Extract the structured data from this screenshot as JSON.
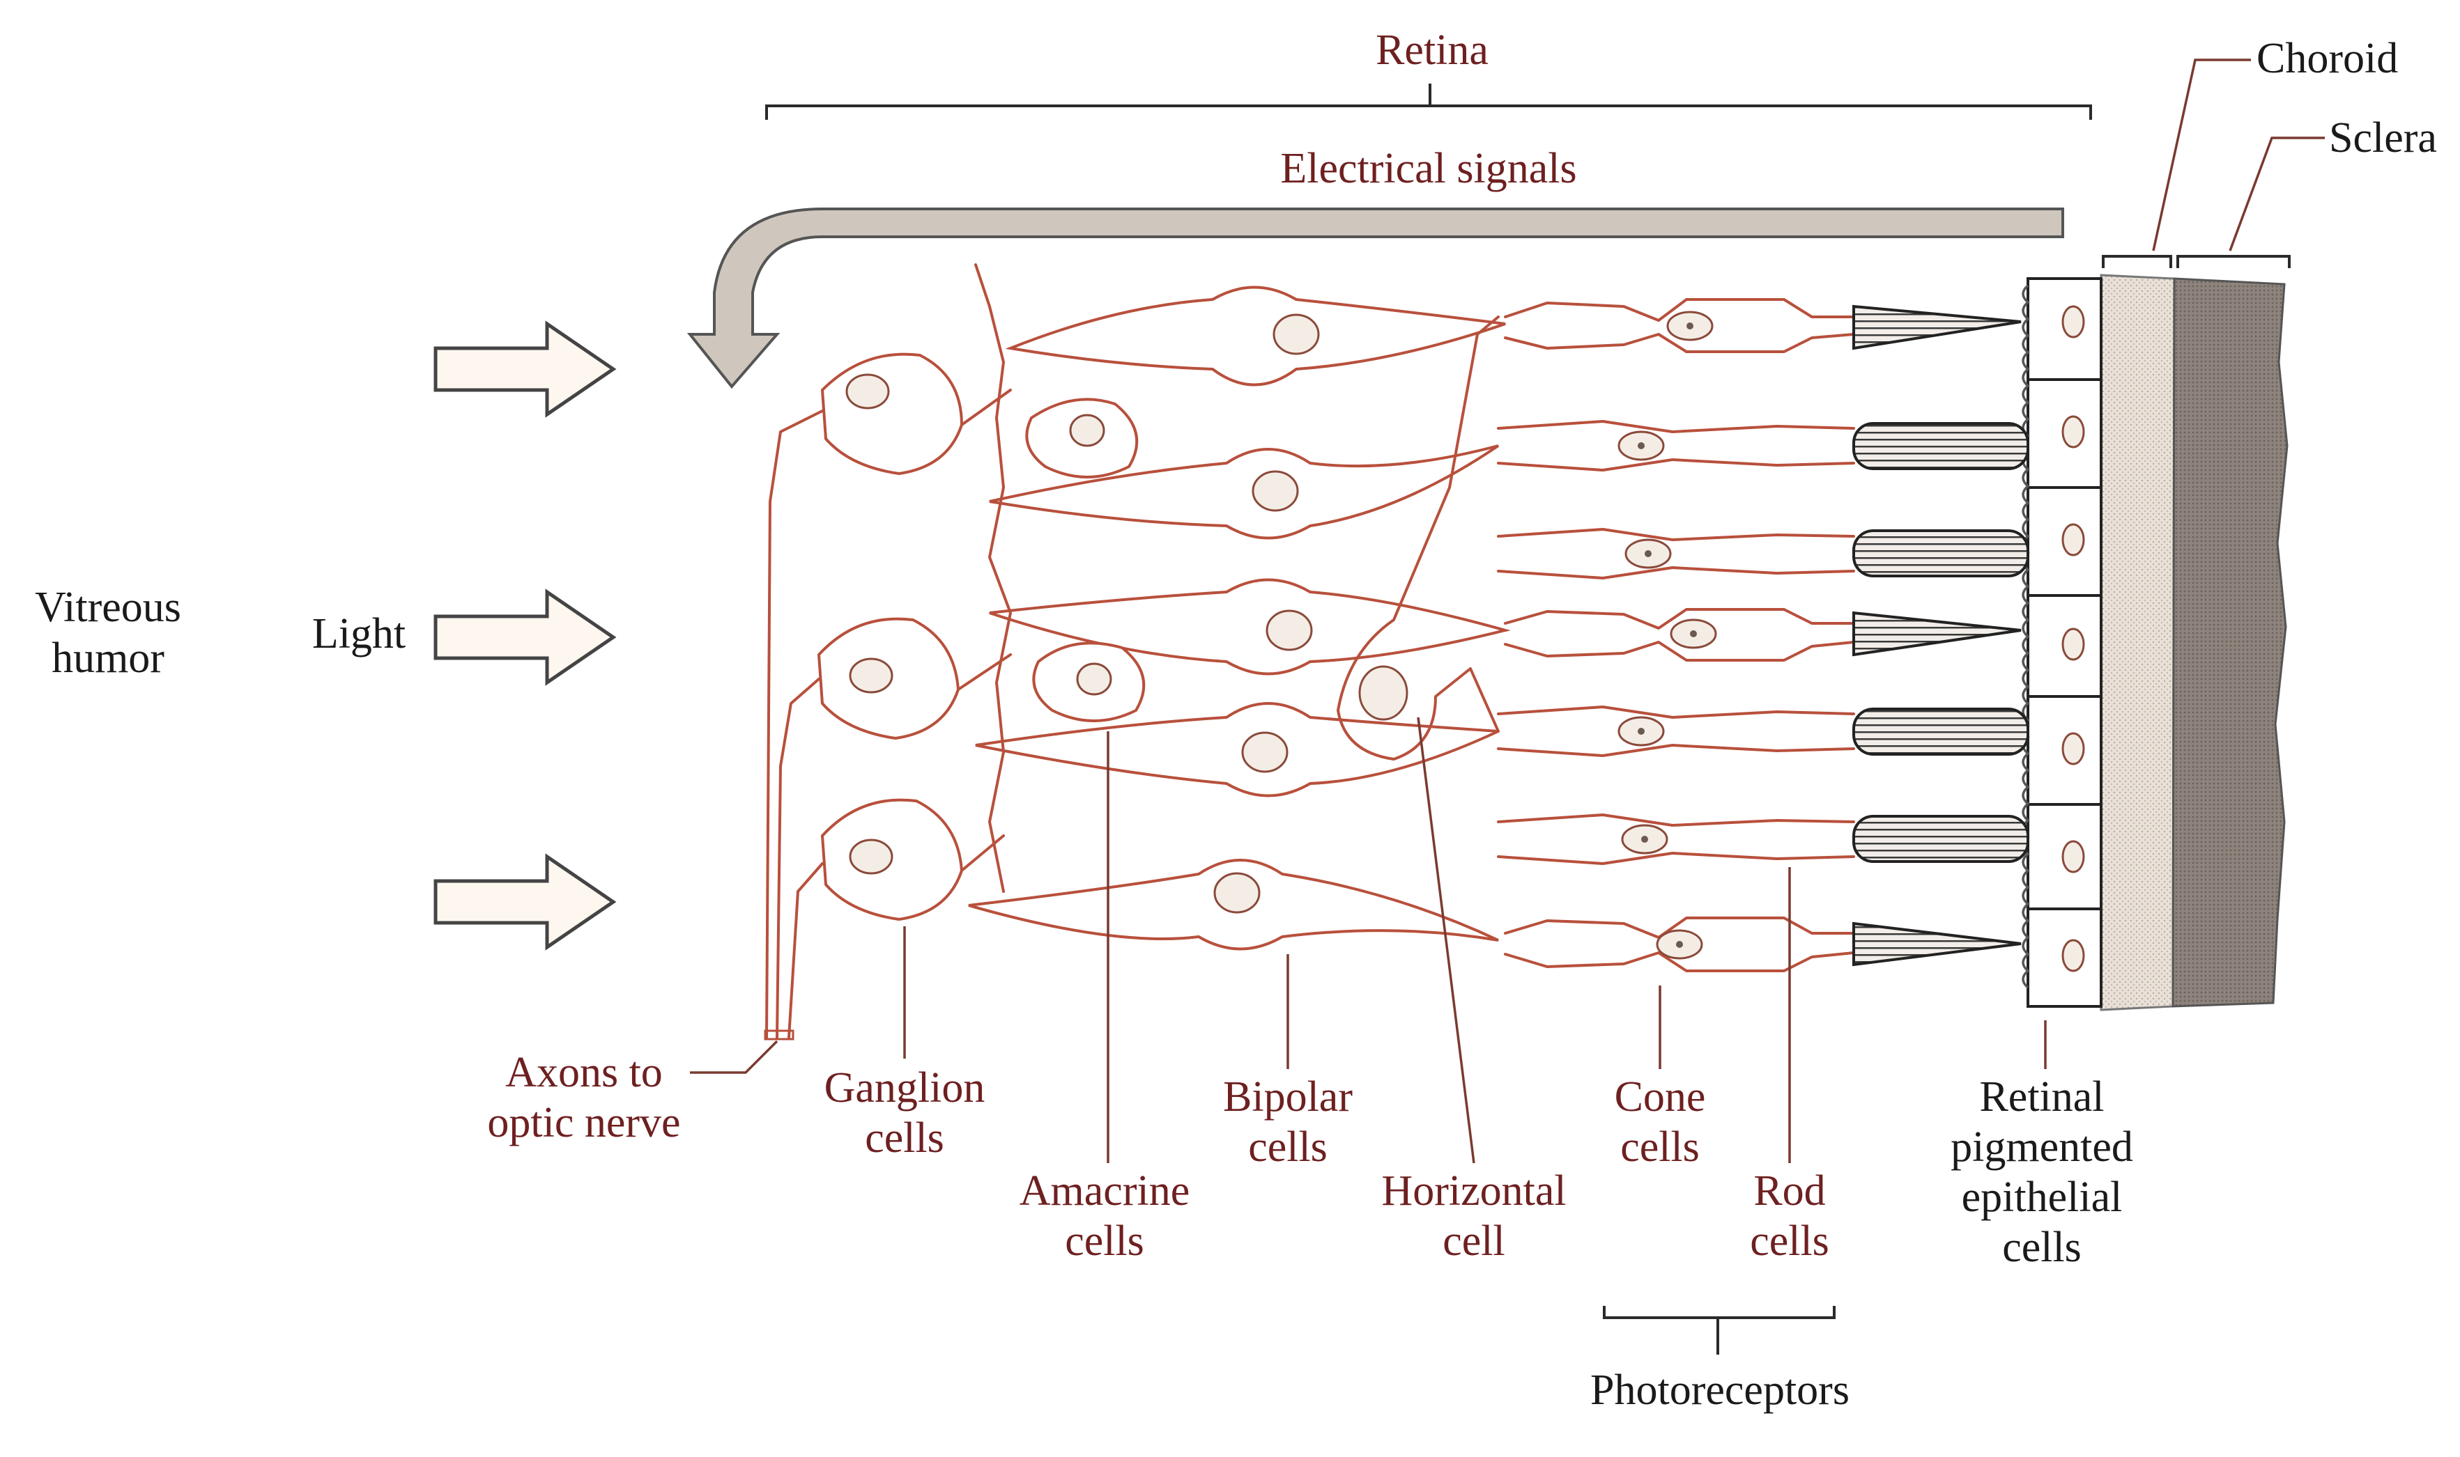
{
  "labels": {
    "retina": "Retina",
    "electrical_signals": "Electrical signals",
    "choroid": "Choroid",
    "sclera": "Sclera",
    "vitreous_humor_1": "Vitreous",
    "vitreous_humor_2": "humor",
    "light": "Light",
    "axons_1": "Axons to",
    "axons_2": "optic nerve",
    "ganglion_1": "Ganglion",
    "ganglion_2": "cells",
    "amacrine_1": "Amacrine",
    "amacrine_2": "cells",
    "bipolar_1": "Bipolar",
    "bipolar_2": "cells",
    "horizontal_1": "Horizontal",
    "horizontal_2": "cell",
    "cone_1": "Cone",
    "cone_2": "cells",
    "rod_1": "Rod",
    "rod_2": "cells",
    "rpe_1": "Retinal",
    "rpe_2": "pigmented",
    "rpe_3": "epithelial",
    "rpe_4": "cells",
    "photoreceptors": "Photoreceptors"
  },
  "colors": {
    "cell_outline": "#b8503c",
    "label_dark_red": "#6e2020",
    "label_black": "#1a1a1a",
    "signal_arrow": "#cfc7bd",
    "choroid_fill": "#e4d9cf",
    "sclera_fill": "#9a9089"
  }
}
